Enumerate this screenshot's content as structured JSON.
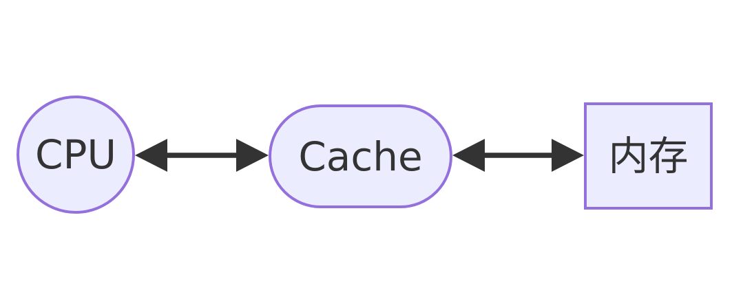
{
  "diagram": {
    "type": "flowchart",
    "direction": "left-to-right",
    "nodes": {
      "cpu": {
        "label": "CPU",
        "shape": "circle"
      },
      "cache": {
        "label": "Cache",
        "shape": "stadium"
      },
      "memory": {
        "label": "内存",
        "shape": "rectangle"
      }
    },
    "edges": [
      {
        "from": "CPU",
        "to": "Cache",
        "style": "bidirectional-arrow"
      },
      {
        "from": "Cache",
        "to": "内存",
        "style": "bidirectional-arrow"
      }
    ],
    "colors": {
      "node_fill": "#ECECFF",
      "node_border": "#9370DB",
      "arrow": "#333333",
      "text": "#333333",
      "background": "#FFFFFF"
    }
  }
}
